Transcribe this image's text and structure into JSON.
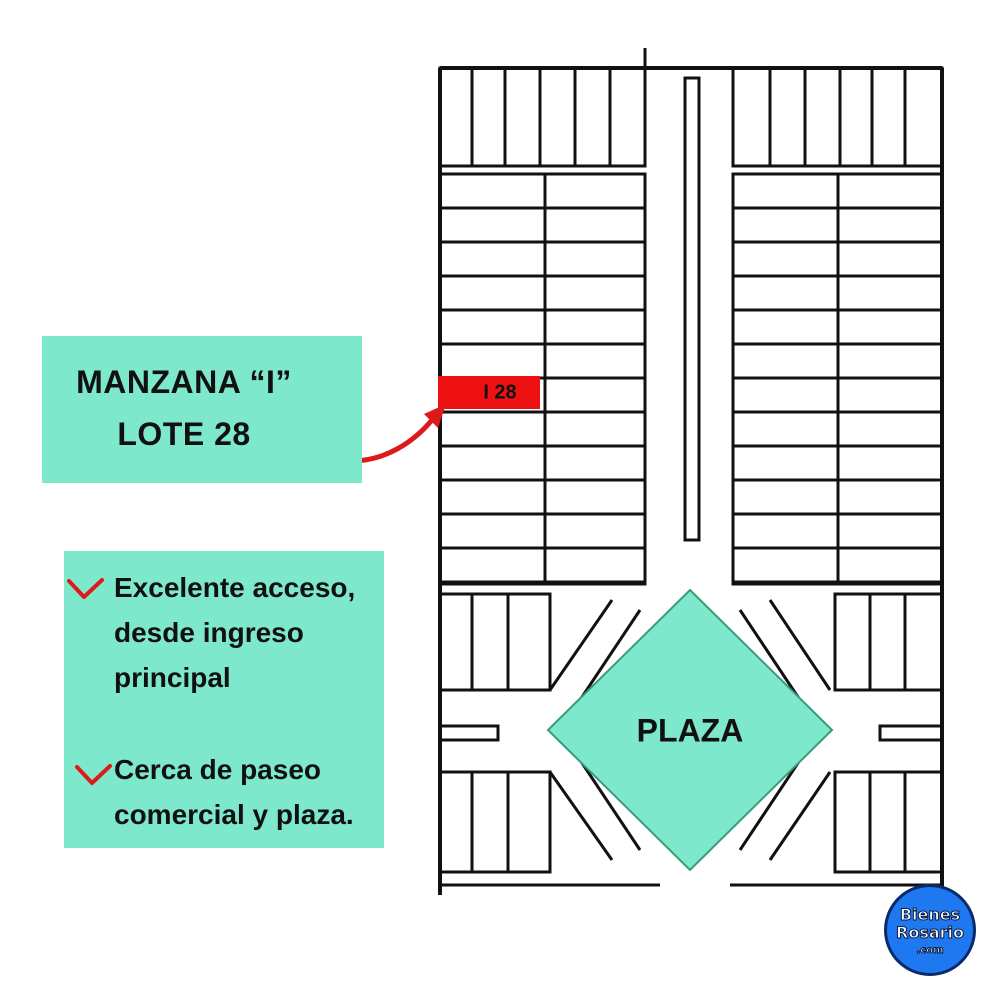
{
  "callout": {
    "line1": "MANZANA “I”",
    "line2": "LOTE 28"
  },
  "lot_marker": {
    "label": "I 28",
    "color": "#ee1111"
  },
  "plaza": {
    "label": "PLAZA",
    "color": "#7de8cb"
  },
  "features": [
    {
      "text": "Excelente acceso, desde ingreso principal"
    },
    {
      "text": "Cerca de paseo comercial y plaza."
    }
  ],
  "logo": {
    "line1": "Bienes",
    "line2": "Rosario",
    "line3": ".com"
  },
  "colors": {
    "panel_bg": "#7de8cb",
    "accent_red": "#dd1a1a",
    "line": "#111111",
    "logo_blue": "#1e78f0"
  },
  "icons": {
    "check": "check-icon",
    "arrow": "curved-arrow-icon"
  }
}
